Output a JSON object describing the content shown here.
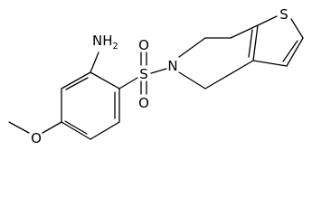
{
  "molecule": {
    "atoms": {
      "amine": {
        "main": "NH",
        "sub": "2"
      },
      "methoxy_oxygen": "O",
      "sulfonyl_sulfur": "S",
      "sulfonyl_oxygen_top": "O",
      "sulfonyl_oxygen_bottom": "O",
      "ring_nitrogen": "N",
      "thiophene_sulfur": "S"
    }
  }
}
